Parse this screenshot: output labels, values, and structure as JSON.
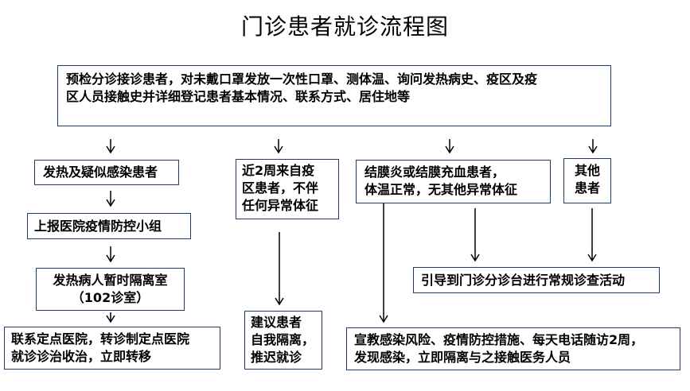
{
  "title": "门诊患者就诊流程图",
  "nodes": {
    "triage": "预检分诊接诊患者，对未戴口罩发放一次性口罩、测体温、询问发热病史、疫区及疫\n区人员接触史并详细登记患者基本情况、联系方式、居住地等",
    "fever": "发热及疑似感染患者",
    "report": "上报医院疫情防控小组",
    "isolation_line1": "发热病人暂时隔离室",
    "isolation_line2": "（102诊室）",
    "transfer": "联系定点医院，转诊制定点医院\n就诊诊治收治，立即转移",
    "epidemic_area": "近2周来自疫\n区患者，不伴\n任何异常体征",
    "self_isolate": "建议患者\n自我隔离，\n推迟就诊",
    "conjunctivitis": "结膜炎或结膜充血患者，\n体温正常，无其他异常体征",
    "others": "其他\n患者",
    "guide": "引导到门诊分诊台进行常规诊查活动",
    "education": "宣教感染风险、疫情防控措施、每天电话随访2周，\n发现感染，立即隔离与之接触医务人员"
  },
  "colors": {
    "border": "#1f3d6b",
    "arrow": "#000000"
  }
}
